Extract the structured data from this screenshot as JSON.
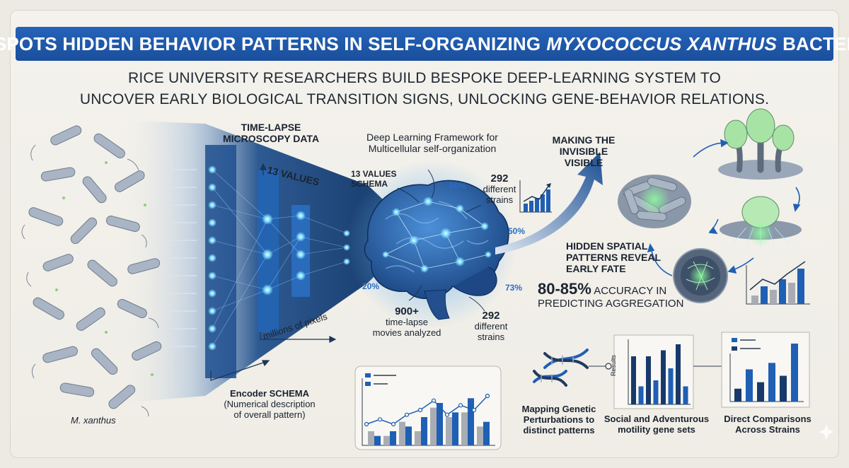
{
  "header": {
    "title_part1": "AI SPOTS HIDDEN BEHAVIOR PATTERNS IN SELF-ORGANIZING",
    "title_species": "MYXOCOCCUS XANTHUS",
    "title_part2": "BACTERIA"
  },
  "subtitle": {
    "line1": "RICE UNIVERSITY RESEARCHERS BUILD BESPOKE DEEP-LEARNING SYSTEM TO",
    "line2": "UNCOVER EARLY BIOLOGICAL TRANSITION SIGNS, UNLOCKING GENE-BEHAVIOR RELATIONS."
  },
  "left": {
    "species": "M. xanthus",
    "microscopy_line1": "TIME-LAPSE",
    "microscopy_line2": "MICROSCOPY DATA",
    "values": "13 VALUES",
    "pixels": "millions of pixels",
    "encoder_title": "Encoder SCHEMA",
    "encoder_desc1": "(Numerical description",
    "encoder_desc2": "of overall pattern)"
  },
  "center": {
    "framework_line1": "Deep Learning Framework for",
    "framework_line2": "Multicellular self-organization",
    "schema_line1": "13 VALUES",
    "schema_line2": "SCHEMA",
    "strains_top_count": "292",
    "strains_top_line1": "different",
    "strains_top_line2": "strains",
    "movies_count": "900+",
    "movies_line1": "time-lapse",
    "movies_line2": "movies analyzed",
    "strains_bottom_count": "292",
    "strains_bottom_line1": "different",
    "strains_bottom_line2": "strains",
    "pct_top": "50%",
    "pct_right": "50%",
    "pct_left": "20%",
    "pct_bottom": "73%"
  },
  "right": {
    "invisible_line1": "MAKING THE",
    "invisible_line2": "INVISIBLE",
    "invisible_line3": "VISIBLE",
    "hidden_line1": "HIDDEN SPATIAL",
    "hidden_line2": "PATTERNS REVEAL",
    "hidden_line3": "EARLY FATE",
    "accuracy_value": "80-85%",
    "accuracy_line1": "ACCURACY IN",
    "accuracy_line2": "PREDICTING AGGREGATION"
  },
  "bottom": {
    "mapping_line1": "Mapping Genetic",
    "mapping_line2": "Perturbations to",
    "mapping_line3": "distinct patterns",
    "results_axis": "Results",
    "motility_line1": "Social and Adventurous",
    "motility_line2": "motility gene sets",
    "comparisons_line1": "Direct Comparisons",
    "comparisons_line2": "Across Strains"
  },
  "colors": {
    "accent": "#1f5fb4",
    "dark_blue": "#173a6b",
    "gray_bar": "#a9adb3",
    "glow": "#8ed6ff"
  },
  "chart_data": [
    {
      "type": "bar",
      "name": "bottom-center-chart",
      "values_blue": [
        2,
        3,
        4,
        6,
        9,
        7,
        10,
        5
      ],
      "values_gray": [
        3,
        2,
        5,
        3,
        8,
        6,
        7,
        4
      ],
      "line": [
        3,
        4,
        3,
        5,
        6,
        8,
        5,
        7,
        6,
        9
      ],
      "ylim": [
        0,
        12
      ]
    },
    {
      "type": "bar",
      "name": "motility-chart",
      "ylabel": "Results",
      "values": [
        8,
        3,
        8,
        4,
        9,
        6,
        10,
        3
      ]
    },
    {
      "type": "bar",
      "name": "comparison-chart",
      "values": [
        2,
        5,
        3,
        6,
        4,
        9
      ]
    },
    {
      "type": "bar",
      "name": "mini-chart-top",
      "values": [
        2,
        3,
        4,
        5,
        6
      ]
    },
    {
      "type": "bar",
      "name": "mini-chart-right",
      "values": [
        2,
        4,
        3,
        6,
        5,
        8
      ]
    }
  ]
}
